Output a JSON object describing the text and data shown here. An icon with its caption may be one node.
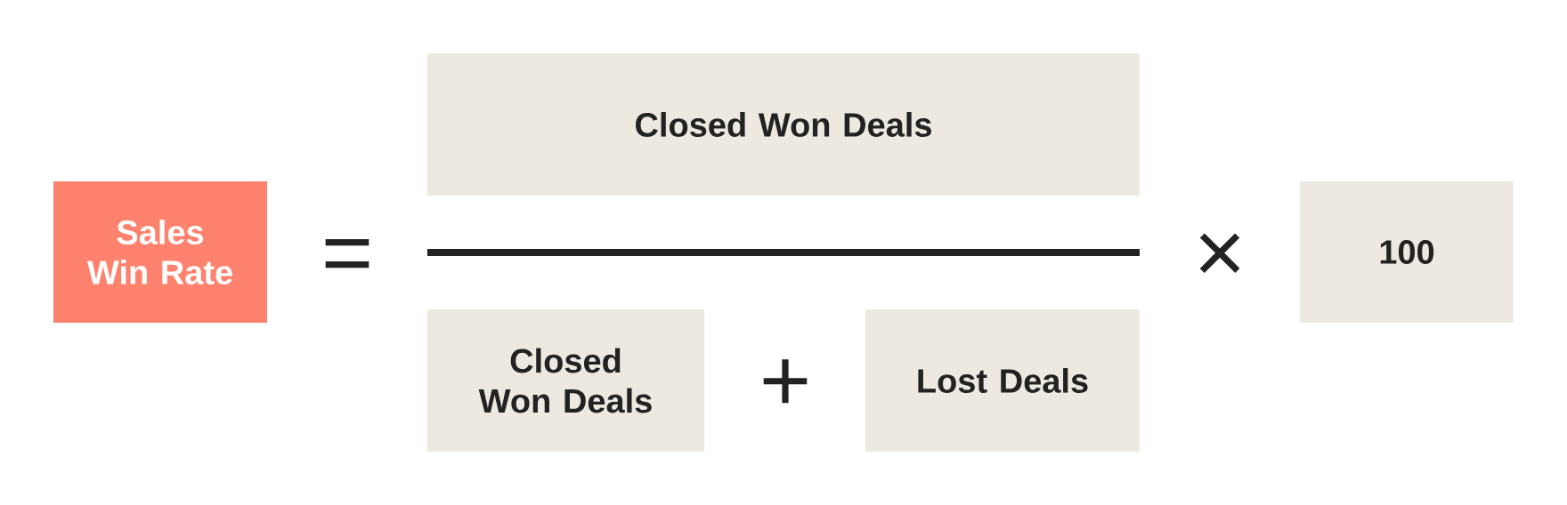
{
  "diagram": {
    "nodes": [
      {
        "text": [
          "Sales Win Rate"
        ]
      },
      {
        "text": [
          "Closed Won Deals"
        ]
      },
      {
        "text": [
          "Closed Won Deals"
        ]
      },
      {
        "text": [
          "Lost Deals"
        ]
      },
      {
        "text": [
          "100"
        ]
      }
    ],
    "labels": [
      "=",
      "×",
      "+"
    ]
  }
}
